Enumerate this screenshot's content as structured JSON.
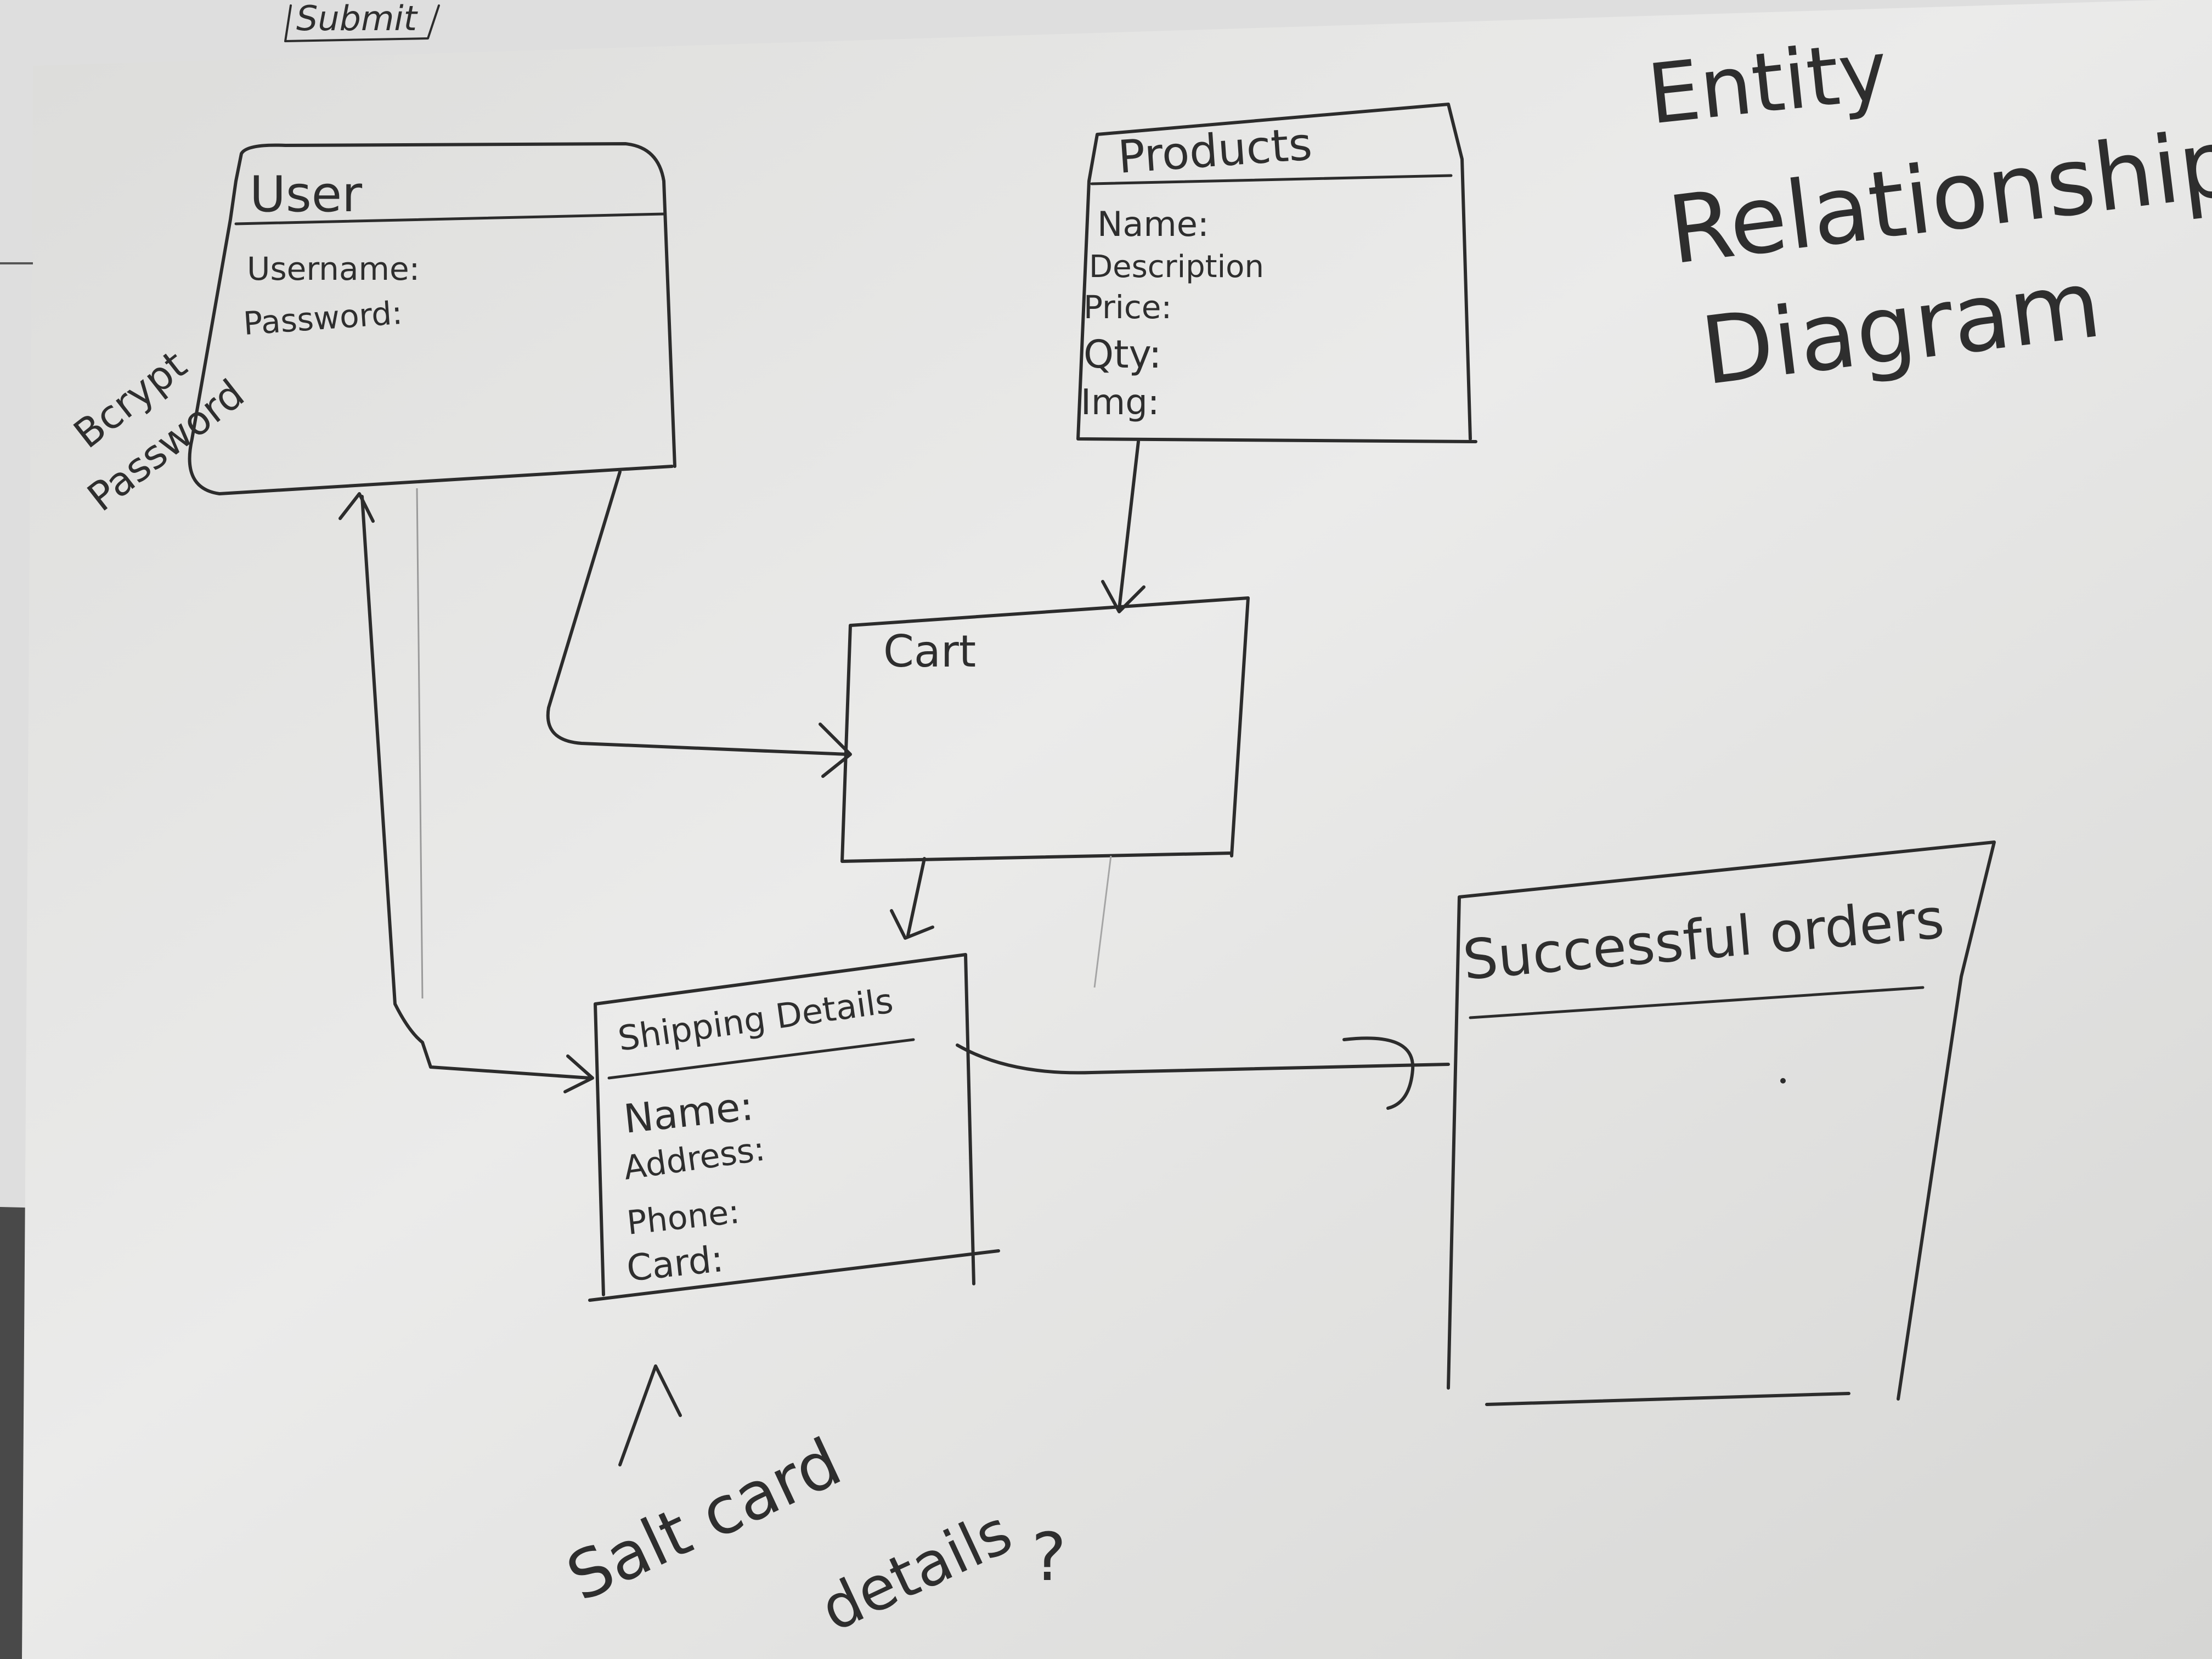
{
  "title": {
    "line1": "Entity",
    "line2": "Relationship",
    "line3": "Diagram"
  },
  "top_fragment": "Submit",
  "entities": {
    "user": {
      "name": "User",
      "fields": [
        "Username:",
        "Password:"
      ]
    },
    "products": {
      "name": "Products",
      "fields": [
        "Name:",
        "Description",
        "Price:",
        "Qty:",
        "Img:"
      ]
    },
    "cart": {
      "name": "Cart",
      "fields": []
    },
    "shipping": {
      "name": "Shipping Details",
      "fields": [
        "Name:",
        "Address:",
        "Phone:",
        "Card:"
      ]
    },
    "orders": {
      "name": "Successful orders",
      "fields": []
    }
  },
  "notes": {
    "bcrypt_line1": "Bcrypt",
    "bcrypt_line2": "Password",
    "salt_line1": "Salt card",
    "salt_line2": "details",
    "salt_mark": "?"
  },
  "colors": {
    "paper": "#e9e9e7",
    "ink": "#2c2c2c",
    "background": "#2b2b2b"
  }
}
